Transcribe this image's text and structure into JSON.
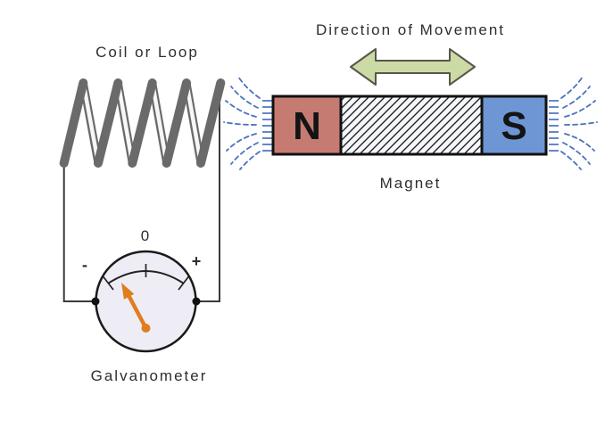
{
  "diagram": {
    "labels": {
      "coil": "Coil or Loop",
      "direction": "Direction of Movement",
      "magnet": "Magnet",
      "galvanometer": "Galvanometer"
    },
    "magnet": {
      "north_label": "N",
      "south_label": "S"
    },
    "galvanometer_scale": {
      "zero": "0",
      "minus": "-",
      "plus": "+"
    },
    "colors": {
      "text": "#2e2e2e",
      "n_fill": "#c57b72",
      "s_fill": "#6e96d4",
      "hatch_bg": "#f5f7fb",
      "hatch_line": "#222222",
      "field": "#4a73bd",
      "coil": "#6a6a6a",
      "coil_core": "#f7f7f7",
      "wire": "#3a3a3a",
      "meter_fill": "#eeedf5",
      "meter_stroke": "#1a1a1a",
      "needle": "#e07d1f",
      "arrow_fill": "#ccdaa6",
      "arrow_stroke": "#56564c"
    }
  }
}
